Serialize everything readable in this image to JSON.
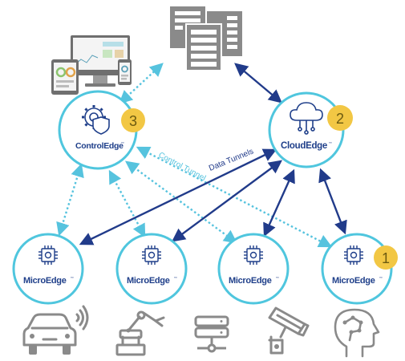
{
  "colors": {
    "node_ring": "#4fc6de",
    "node_text": "#1f3f8a",
    "badge_fill": "#f2c744",
    "badge_text": "#6b5a10",
    "data_tunnel": "#213b8a",
    "control_tunnel": "#56c3de",
    "icon_gray": "#8a8a8a",
    "icon_light": "#d6d6d6"
  },
  "nodes": {
    "control_edge": {
      "label": "ControlEdge",
      "mark": "™",
      "badge": "3",
      "icon": "gear-shield-icon"
    },
    "cloud_edge": {
      "label": "CloudEdge",
      "mark": "™",
      "badge": "2",
      "icon": "cloud-network-icon"
    },
    "micro_edges": [
      {
        "label": "MicroEdge",
        "mark": "™",
        "icon": "chip-gear-icon",
        "badge": ""
      },
      {
        "label": "MicroEdge",
        "mark": "™",
        "icon": "chip-gear-icon",
        "badge": ""
      },
      {
        "label": "MicroEdge",
        "mark": "™",
        "icon": "chip-gear-icon",
        "badge": ""
      },
      {
        "label": "MicroEdge",
        "mark": "™",
        "icon": "chip-gear-icon",
        "badge": "1"
      }
    ]
  },
  "edge_labels": {
    "data_tunnels": "Data Tunnels",
    "control_tunnel": "Control Tunnel"
  },
  "devices": [
    {
      "name": "connected-car-icon"
    },
    {
      "name": "robot-arm-icon"
    },
    {
      "name": "server-stack-icon"
    },
    {
      "name": "security-camera-icon"
    },
    {
      "name": "ai-brain-icon"
    }
  ],
  "top_icons": [
    "server-rack-icon",
    "multi-device-dashboard-icon"
  ]
}
